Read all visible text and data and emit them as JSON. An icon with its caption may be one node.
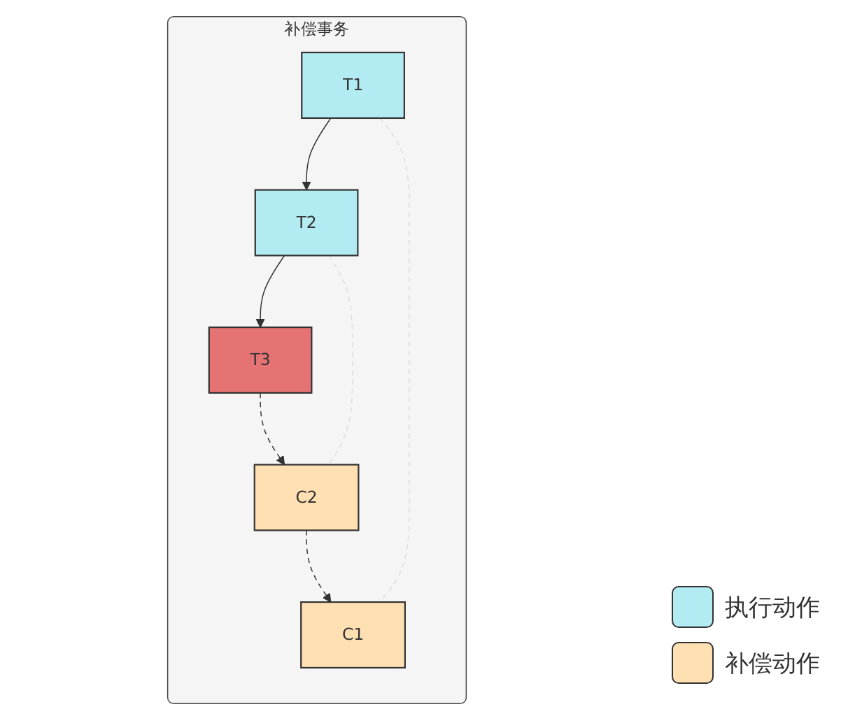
{
  "diagram": {
    "nodes": [
      {
        "text": [
          "补偿事务"
        ]
      },
      {
        "text": [
          "T1"
        ],
        "in": 0
      },
      {
        "text": [
          "C1"
        ],
        "in": 0
      },
      {
        "text": [
          "T2"
        ],
        "in": 0
      },
      {
        "text": [
          "C2"
        ],
        "in": 0
      },
      {
        "text": [
          "T3"
        ],
        "in": 0
      }
    ],
    "edges": [
      {
        "from": 1,
        "to": 3,
        "arrow": "to"
      },
      {
        "from": 3,
        "to": 5,
        "arrow": "to"
      },
      {
        "from": 5,
        "to": 4,
        "arrow": "to",
        "style": "dashed"
      },
      {
        "from": 4,
        "to": 2,
        "arrow": "to",
        "style": "dashed"
      },
      {
        "from": 1,
        "to": 2,
        "arrow": "none",
        "style": "dashed",
        "color": "#dddddd"
      },
      {
        "from": 3,
        "to": 4,
        "arrow": "none",
        "style": "dashed",
        "color": "#dddddd"
      }
    ],
    "legend": [
      {
        "text": "执行动作",
        "color": "#b2ebf2"
      },
      {
        "text": "补偿动作",
        "color": "#ffe0b2"
      }
    ]
  }
}
